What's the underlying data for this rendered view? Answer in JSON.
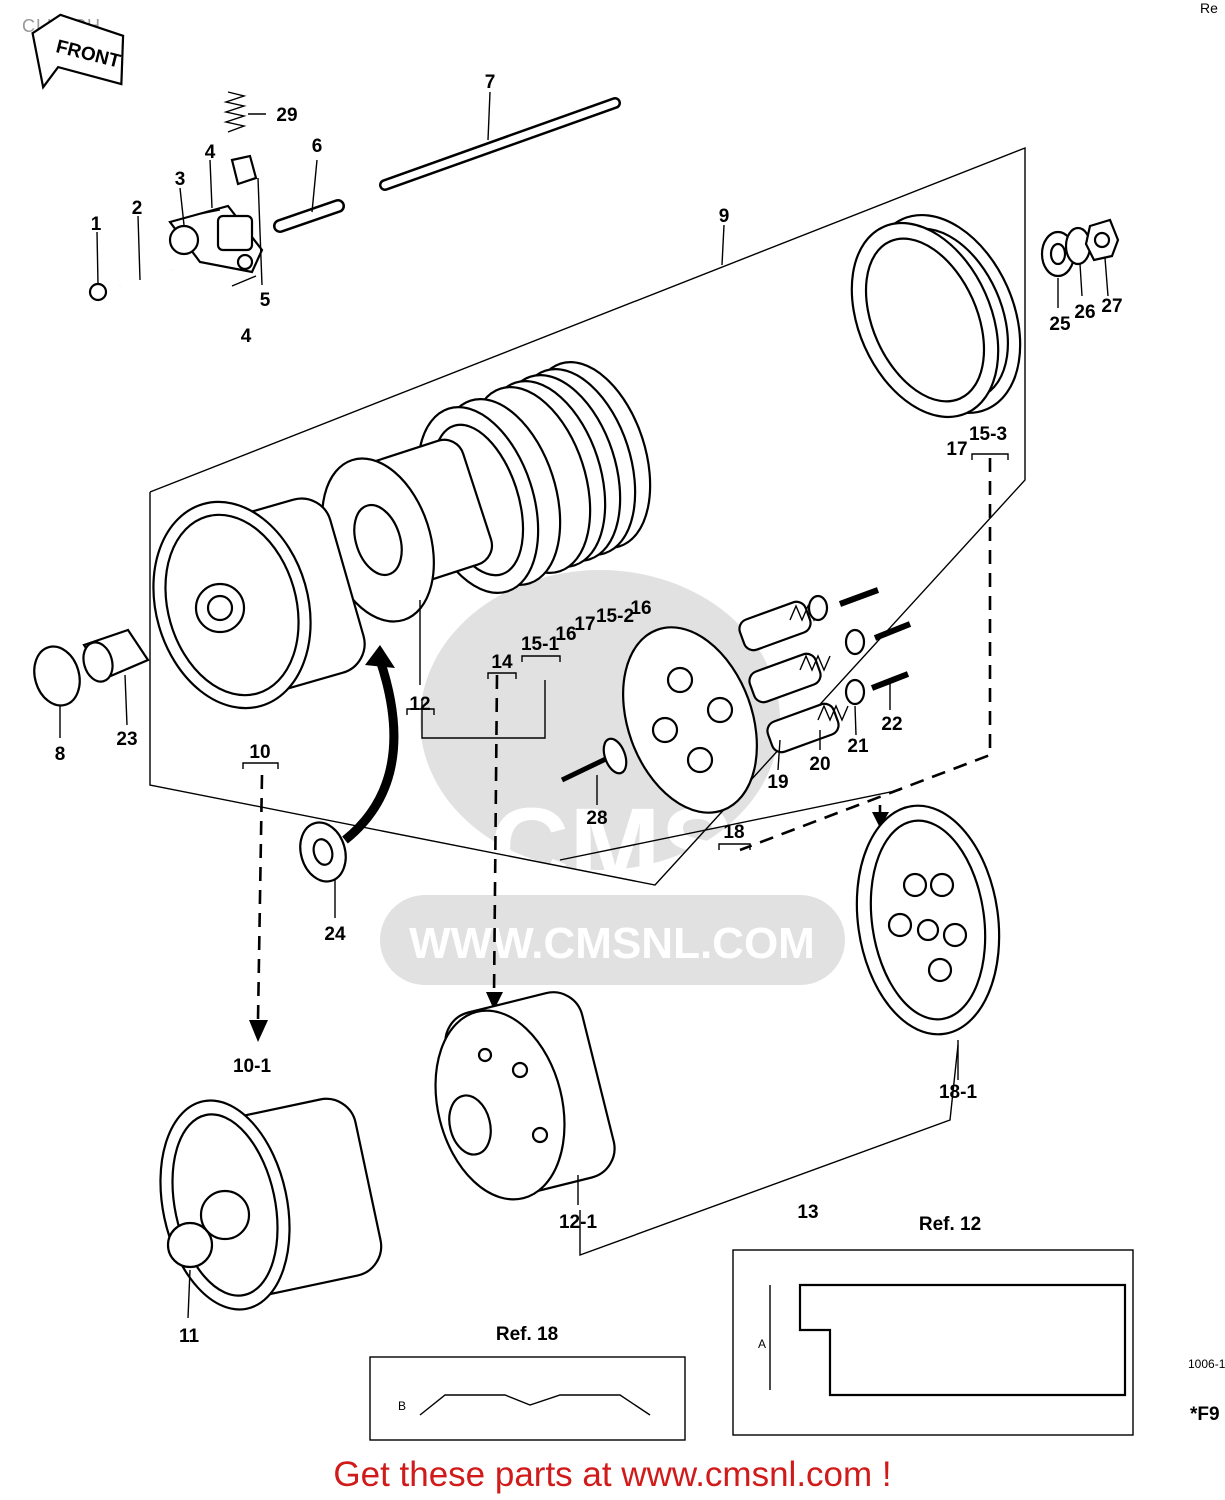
{
  "diagram": {
    "title": "CLUTCH",
    "front_label": "FRONT",
    "corner_top_right": "Re",
    "corner_code": "1006-1",
    "corner_mark": "*F9",
    "callouts": [
      "1",
      "2",
      "3",
      "4",
      "4",
      "5",
      "6",
      "7",
      "8",
      "9",
      "10",
      "10-1",
      "11",
      "12",
      "12-1",
      "13",
      "14",
      "15-1",
      "15-2",
      "15-3",
      "16",
      "16",
      "17",
      "17",
      "18",
      "18-1",
      "19",
      "20",
      "21",
      "22",
      "23",
      "24",
      "25",
      "26",
      "27",
      "28",
      "29"
    ],
    "inset_ref12": {
      "title": "Ref. 12",
      "dim_label": "A"
    },
    "inset_ref18": {
      "title": "Ref. 18",
      "dim_label": "B"
    },
    "watermark": {
      "brand": "CMS",
      "url": "WWW.CMSNL.COM"
    }
  },
  "footer": {
    "text": "Get these parts at www.cmsnl.com !"
  }
}
